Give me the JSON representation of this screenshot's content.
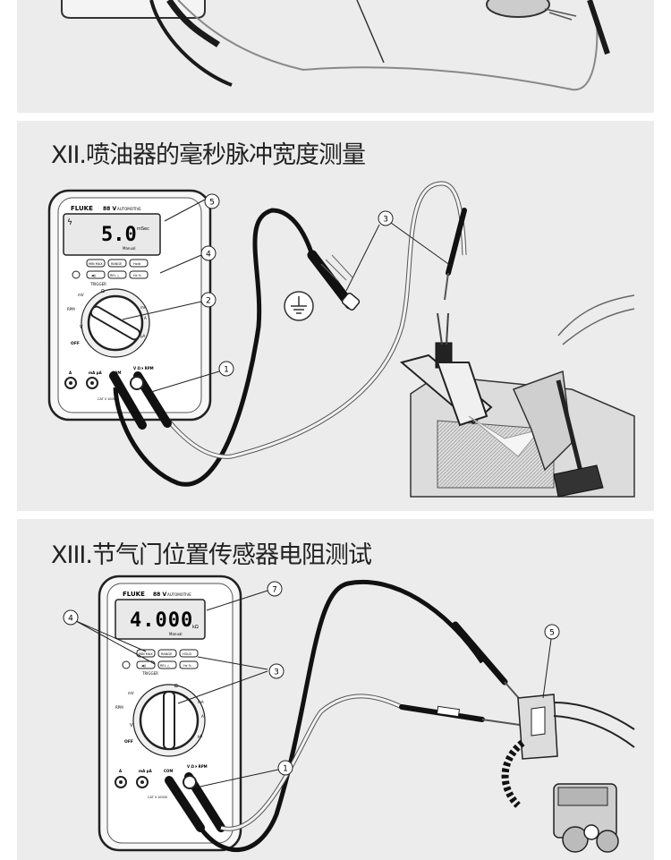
{
  "sections": {
    "s12": {
      "title": "XII.喷油器的毫秒脉冲宽度测量",
      "meter": {
        "brand": "FLUKE",
        "model": "88 V",
        "model_sub": "AUTOMOTIVE",
        "reading": "5.0",
        "unit": "mSec",
        "mode": "Manual",
        "buttons": [
          "MIN MAX",
          "RANGE",
          "Hold"
        ],
        "buttons2": [
          "◀))",
          "REL △",
          "Hz %"
        ],
        "trigger": "TRIGGER",
        "dial_labels": [
          "RPM",
          "mV",
          "V",
          "Ω",
          "mA",
          "A",
          "µA",
          "OFF"
        ],
        "jacks": [
          "A",
          "mA µA",
          "COM",
          "V Ω ⏵ RPM"
        ],
        "jack_note": "CAT II 1000V"
      },
      "callouts": [
        "1",
        "2",
        "3",
        "4",
        "5"
      ]
    },
    "s13": {
      "title": "XIII.节气门位置传感器电阻测试",
      "meter": {
        "brand": "FLUKE",
        "model": "88 V",
        "model_sub": "AUTOMOTIVE",
        "reading": "4.000",
        "unit": "kΩ",
        "mode": "Manual",
        "buttons": [
          "MIN MAX",
          "RANGE",
          "HOLD"
        ],
        "buttons2": [
          "◀))",
          "REL △",
          "Hz %"
        ],
        "trigger": "TRIGGER",
        "dial_labels": [
          "RPM",
          "mV",
          "V",
          "Ω",
          "mA",
          "A",
          "µA",
          "OFF"
        ],
        "jacks": [
          "A",
          "mA µA",
          "COM",
          "V Ω ⏵ RPM"
        ],
        "jack_note": "CAT II 1000V"
      },
      "callouts": [
        "1",
        "3",
        "4",
        "5",
        "7"
      ]
    }
  }
}
